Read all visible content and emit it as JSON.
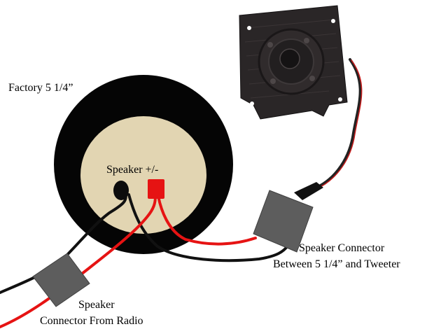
{
  "labels": {
    "factory_speaker": "Factory 5 1/4”",
    "speaker_terminals": "Speaker +/-",
    "tweeter_connector_line1": "Speaker Connector",
    "tweeter_connector_line2": "Between 5 1/4” and Tweeter",
    "radio_connector_line1": "Speaker",
    "radio_connector_line2": "Connector From Radio"
  },
  "colors": {
    "speaker_ring": "#050505",
    "speaker_cone": "#e2d5b2",
    "wire_positive": "#e61313",
    "wire_negative": "#111111",
    "connector": "#5d5d5d",
    "tweeter_body": "#2a2627"
  }
}
